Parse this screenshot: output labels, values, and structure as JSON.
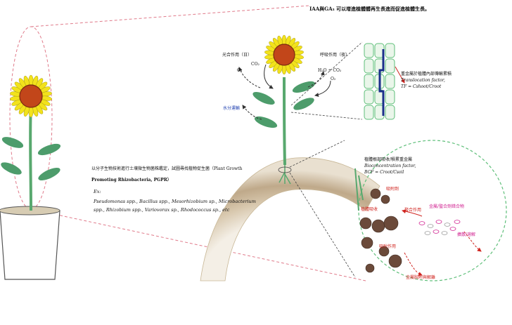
{
  "header": {
    "top_note": "IAA與GA₃ 可以增進植體體再生長進而促進植體生長。"
  },
  "left_labels": {
    "photosynthesis": "光合作用（日）",
    "respiration": "呼吸作用（夜）",
    "co2_in": "CO₂",
    "o2_out": "O₂",
    "h2o_co2": "H₂O + CO₂",
    "o2_in": "O₂",
    "water_transport": "水分運輸"
  },
  "translocation": {
    "line1": "重金屬於植體內部傳輸累積",
    "line2": "Translocation factor,",
    "line3": "TF = Cshoot/Croot"
  },
  "pgpr": {
    "line1": "以分子生物技術進行土壤微生物菌株鑑定，試圖尋找植物促生菌（Plant Growth",
    "line2": "Promoting Rhizobacteria, PGPR）",
    "ex_label": "Ex:",
    "species_line1": "Pseudomonas spp., Bacillus spp., Mesorhizobium sp., Microbacterium",
    "species_line2": "spp., Rhizobium spp., Variovorax sp., Rhodococcus sp., etc"
  },
  "bioconc": {
    "line1": "植體根部吸收/積累重金屬",
    "line2": "Bioconcentration factor,",
    "line3": "BCF = Croot/Csoil"
  },
  "soil_labels": {
    "adsorption": "吸附劑",
    "root_uptake": "植體吸收",
    "chelation": "螯合作用",
    "adsorption_effect": "吸附作用",
    "metal_chelate": "金屬/螯合劑錯合物",
    "diffusion": "擴散/溶解",
    "metal_release": "金屬脫附與解離"
  },
  "colors": {
    "petal": "#f2e21b",
    "center": "#c2461a",
    "leaf": "#4d9c6b",
    "stem": "#58a86e",
    "soil": "#cbb89a",
    "particle": "#6b4a3a",
    "xylem": "#1a2f8a",
    "cell_wall": "#5fbf7a"
  }
}
